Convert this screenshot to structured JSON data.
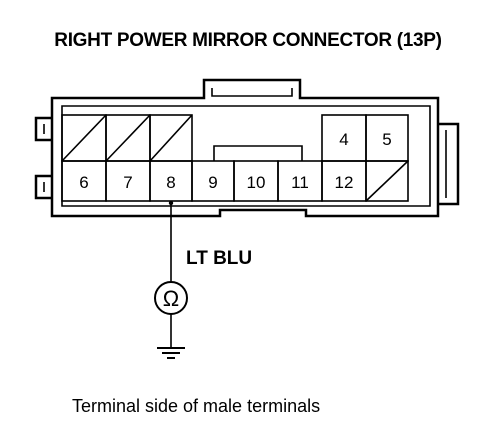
{
  "title": "RIGHT POWER MIRROR CONNECTOR (13P)",
  "connector": {
    "top_pins": [
      "4",
      "5"
    ],
    "bottom_pins": [
      "6",
      "7",
      "8",
      "9",
      "10",
      "11",
      "12"
    ],
    "probe_pin": "8"
  },
  "wire": {
    "color_label": "LT BLU"
  },
  "meter": {
    "symbol": "Ω",
    "ground_icon": "ground-icon"
  },
  "caption": "Terminal side of male terminals"
}
